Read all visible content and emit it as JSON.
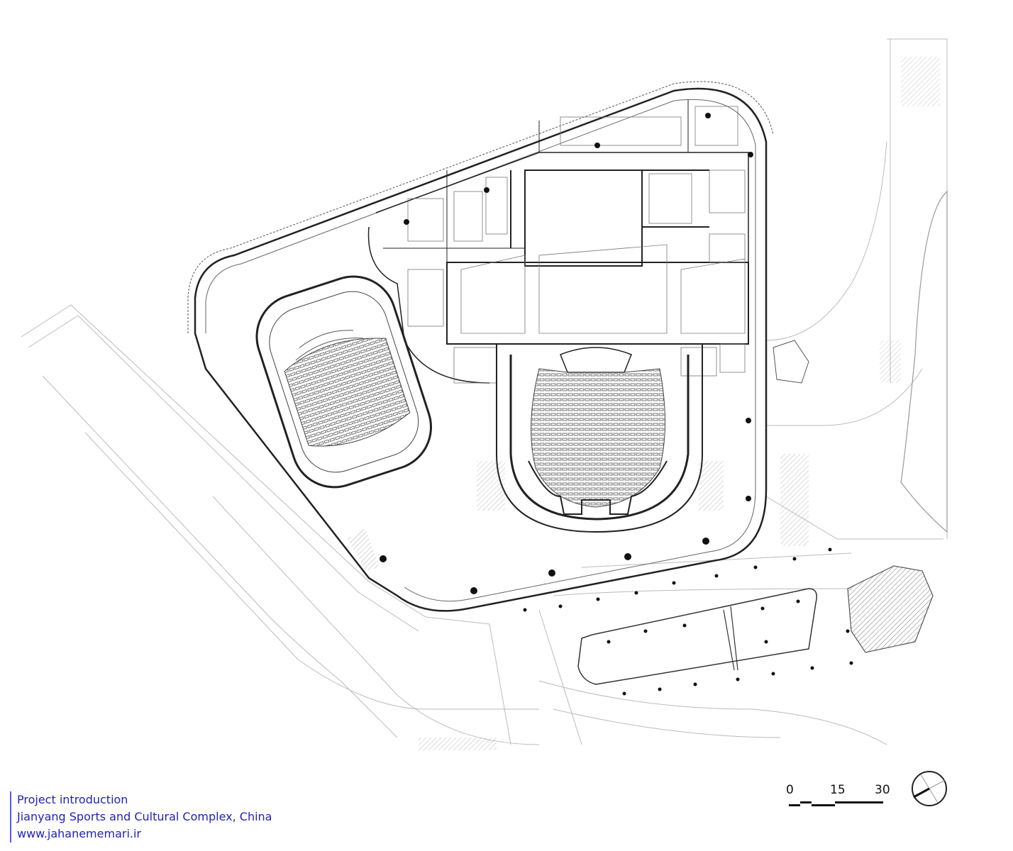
{
  "caption": {
    "line1": "Project introduction",
    "line2": "Jianyang Sports and Cultural Complex, China",
    "line3": "www.jahanememari.ir"
  },
  "scale_bar": {
    "labels": [
      "0",
      "15",
      "30"
    ]
  },
  "colors": {
    "lines": "#222222",
    "light_lines": "#bbbbbb",
    "caption": "#2222bb",
    "caption_rule": "#5a5af0"
  }
}
